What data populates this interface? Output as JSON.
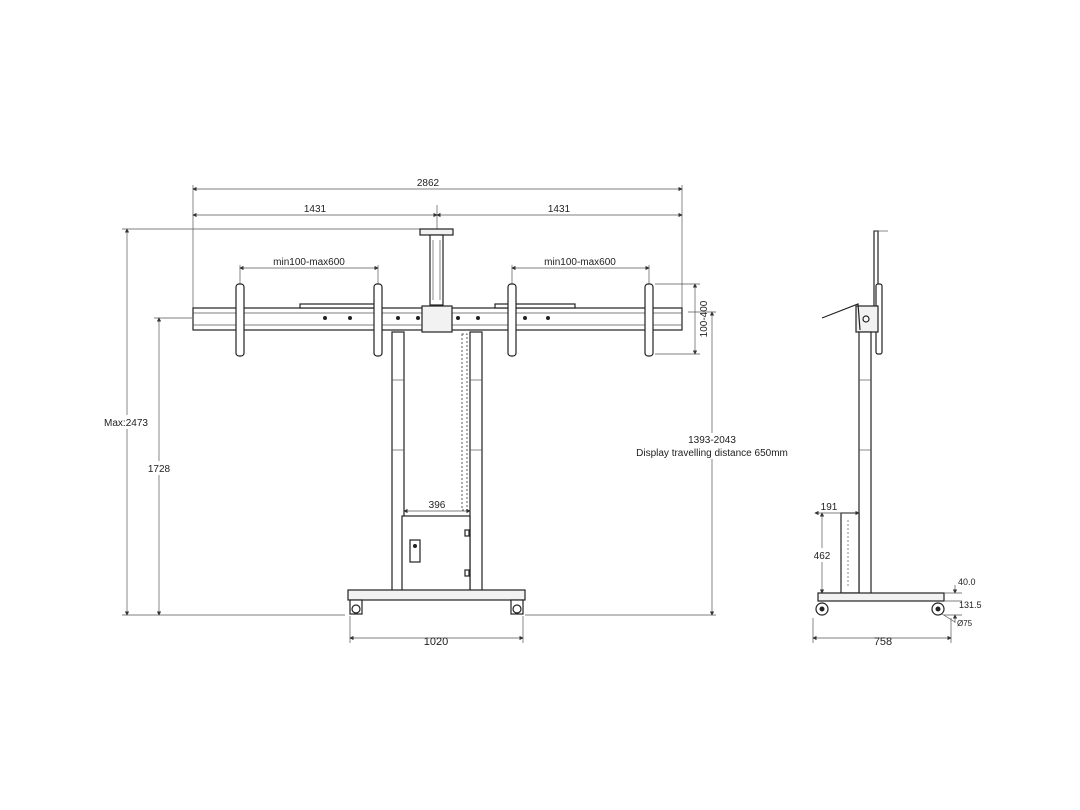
{
  "front_view": {
    "overall_width": "2862",
    "half_width_left": "1431",
    "half_width_right": "1431",
    "vesa_left": "min100-max600",
    "vesa_right": "min100-max600",
    "vesa_height": "100-400",
    "max_height": "Max:2473",
    "column_height": "1728",
    "travel_range": "1393-2043",
    "travel_note": "Display travelling distance 650mm",
    "cabinet_width": "396",
    "base_width": "1020"
  },
  "side_view": {
    "cabinet_depth": "191",
    "cabinet_height": "462",
    "caster_offset": "40.0",
    "base_height": "131.5",
    "caster_diameter": "Ø75",
    "base_depth": "758"
  }
}
